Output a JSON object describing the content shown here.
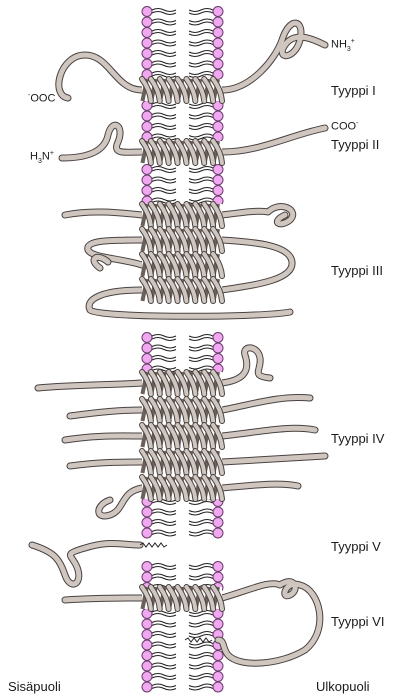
{
  "terminals": {
    "nh3_text": "NH",
    "nh3_sub": "3",
    "nh3_sup": "+",
    "cooc_sup": "-",
    "cooc_text": "OOC",
    "coo_text": "COO",
    "coo_sup": "-",
    "h3n_text": "H",
    "h3n_sub": "3",
    "h3n_n": "N",
    "h3n_sup": "+"
  },
  "types": {
    "type1": "Tyyppi I",
    "type2": "Tyyppi II",
    "type3": "Tyyppi III",
    "type4": "Tyyppi IV",
    "type5": "Tyyppi V",
    "type6": "Tyyppi VI"
  },
  "sides": {
    "inside": "Sisäpuoli",
    "outside": "Ulkopuoli"
  },
  "colors": {
    "lipid_head": "#f0a8f0",
    "lipid_head_stroke": "#6a3a6a",
    "chain": "#cfc6c0",
    "chain_edge": "#4a4240",
    "tail": "#222222"
  }
}
